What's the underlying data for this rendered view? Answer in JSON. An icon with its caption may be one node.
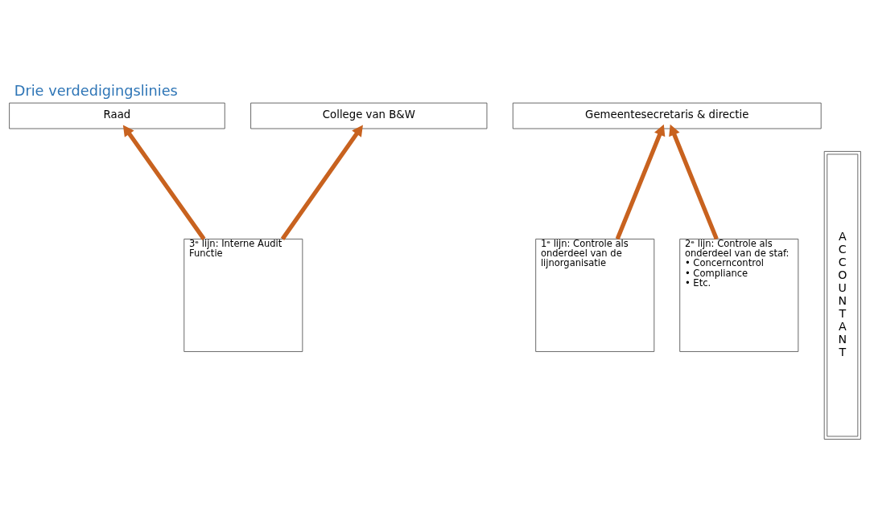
{
  "diagram": {
    "title": "Drie verdedigingslinies",
    "nodes": [
      {
        "text": [
          "Raad"
        ]
      },
      {
        "text": [
          "College van B&W"
        ]
      },
      {
        "text": [
          "Gemeentesecretaris & directie"
        ]
      },
      {
        "text": [
          "1ᵉ lijn: Controle als onderdeel van de lijnorganisatie"
        ]
      },
      {
        "text": [
          "2ᵉ lijn: Controle als onderdeel van de staf:",
          "• Concerncontrol",
          "• Compliance",
          "• Etc."
        ]
      },
      {
        "text": [
          "3ᵉ lijn: Interne Audit Functie"
        ]
      },
      {
        "text": [
          "ACCOUNTANT"
        ]
      }
    ],
    "edges": [
      {
        "from": 3,
        "to": 2,
        "arrow": "to"
      },
      {
        "from": 4,
        "to": 2,
        "arrow": "to"
      },
      {
        "from": 5,
        "to": 1,
        "arrow": "to"
      },
      {
        "from": 5,
        "to": 0,
        "arrow": "to"
      }
    ]
  }
}
